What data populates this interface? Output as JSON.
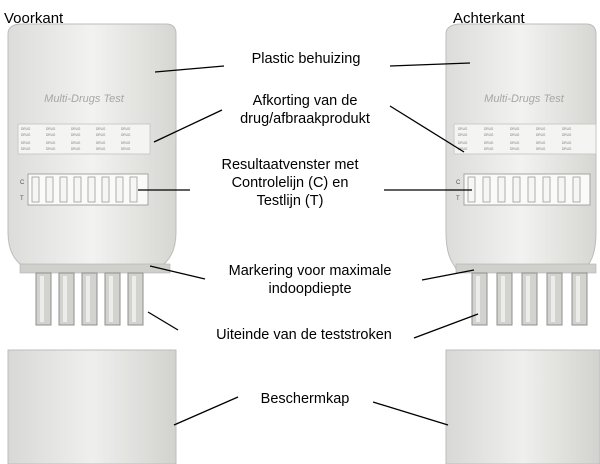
{
  "headings": {
    "front": "Voorkant",
    "back": "Achterkant"
  },
  "device_brand": "Multi-Drugs Test",
  "window_letters": {
    "control": "C",
    "test": "T"
  },
  "strip_label": "DRUG",
  "labels": {
    "housing": "Plastic behuizing",
    "abbrev_line1": "Afkorting van de",
    "abbrev_line2": "drug/afbraakprodukt",
    "window_line1": "Resultaatvenster met",
    "window_line2": "Controlelijn (C) en",
    "window_line3": "Testlijn (T)",
    "max_line1": "Markering voor maximale",
    "max_line2": "indoopdiepte",
    "strips_end": "Uiteinde van de teststroken",
    "cap": "Beschermkap"
  },
  "colors": {
    "housing": "#e3e3e1",
    "edge": "#b9b9b6",
    "text": "#000000",
    "brand": "#a6a6a6"
  }
}
